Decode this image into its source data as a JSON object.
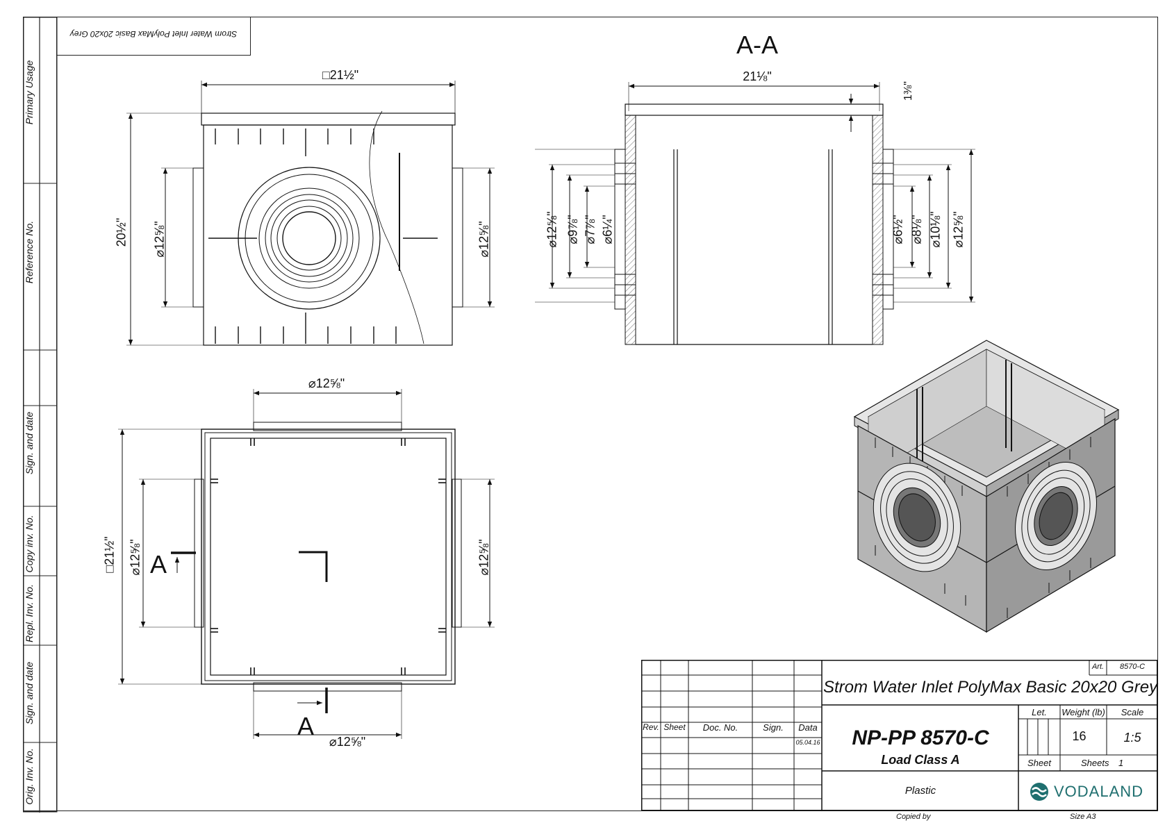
{
  "side_labels": [
    "Primary Usage",
    "Reference No.",
    "Sign. and date",
    "Copy inv. No.",
    "Repl. Inv. No.",
    "Sign. and date",
    "Orig. Inv. No."
  ],
  "mirrored_title": "Strom Water Inlet PolyMax Basic 20x20 Grey",
  "section_label": "A-A",
  "section_marker": "A",
  "dims": {
    "top_width": "□21½\"",
    "top_height": "20½\"",
    "top_left_pipe": "⌀12⅝\"",
    "top_right_pipe": "⌀12⅝\"",
    "sec_width": "21⅛\"",
    "sec_rim": "1⅜\"",
    "sec_left": [
      "⌀12⅝\"",
      "⌀9⅞\"",
      "⌀7⅞\"",
      "⌀6¼\""
    ],
    "sec_right": [
      "⌀6½\"",
      "⌀8⅛\"",
      "⌀10⅛\"",
      "⌀12⅝\""
    ],
    "plan_top": "⌀12⅝\"",
    "plan_bottom": "⌀12⅝\"",
    "plan_height": "□21½\"",
    "plan_left_pipe": "⌀12⅝\"",
    "plan_right_pipe": "⌀12⅝\""
  },
  "title_block": {
    "art_label": "Art.",
    "art_value": "8570-C",
    "product_title": "Strom Water Inlet PolyMax Basic 20x20 Grey",
    "let_label": "Let.",
    "weight_label": "Weight (lb)",
    "scale_label": "Scale",
    "weight_value": "16",
    "scale_value": "1:5",
    "rev_label": "Rev.",
    "sheet_col_label": "Sheet",
    "docno_label": "Doc. No.",
    "sign_label": "Sign.",
    "data_label": "Data",
    "date_value": "05.04.16",
    "part_number": "NP-PP 8570-C",
    "load_class": "Load Class A",
    "sheet_label": "Sheet",
    "sheets_label": "Sheets",
    "sheets_value": "1",
    "material": "Plastic",
    "brand": "VODALAND",
    "copied_by": "Copied by",
    "size": "Size A3"
  },
  "colors": {
    "line": "#1a1a1a",
    "brand": "#1f6f6f",
    "fill": "#c8c8c8",
    "fill_dark": "#8e8e8e"
  }
}
